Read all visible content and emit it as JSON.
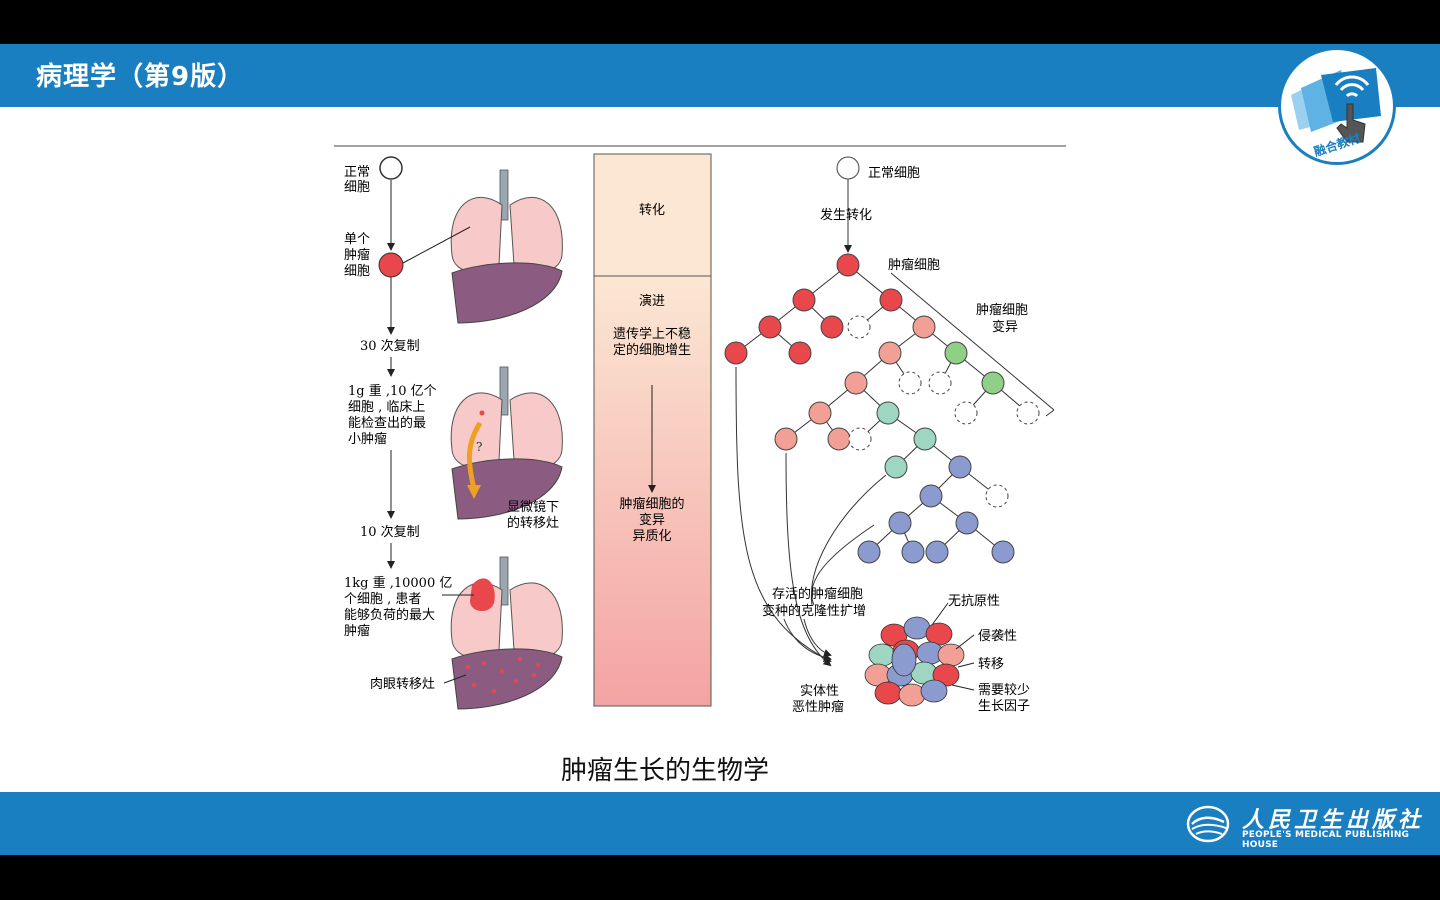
{
  "header": {
    "title": "病理学（第9版）"
  },
  "badge": {
    "label": "融合教材",
    "icon": "tablet-touch-icon"
  },
  "figure": {
    "left_labels": {
      "normal_cell": [
        "正常",
        "细胞"
      ],
      "single_tumor_cell": [
        "单个",
        "肿瘤",
        "细胞"
      ],
      "replication_30": "30 次复制",
      "detectable": [
        "1g 重 ,10 亿个",
        "细胞 , 临床上",
        "能检查出的最",
        "小肿瘤"
      ],
      "replication_10": "10 次复制",
      "max_tumor": [
        "1kg 重 ,10000 亿",
        "个细胞 , 患者",
        "能够负荷的最大",
        "肿瘤"
      ],
      "micro_metastasis": [
        "显微镜下",
        "的转移灶"
      ],
      "gross_metastasis": "肉眼转移灶",
      "question_mark": "?"
    },
    "middle": {
      "transformation": "转化",
      "progression": "演进",
      "genetic_instability": [
        "遗传学上不稳",
        "定的细胞增生"
      ],
      "variation": [
        "肿瘤细胞的",
        "变异",
        "异质化"
      ]
    },
    "right_labels": {
      "normal_cell": "正常细胞",
      "transformation_occurs": "发生转化",
      "tumor_cell": "肿瘤细胞",
      "tumor_cell_variation": [
        "肿瘤细胞",
        "变异"
      ],
      "clonal_expansion": [
        "存活的肿瘤细胞",
        "变种的克隆性扩增"
      ],
      "solid_tumor": [
        "实体性",
        "恶性肿瘤"
      ],
      "non_antigenic": "无抗原性",
      "invasive": "侵袭性",
      "metastasis": "转移",
      "fewer_growth_factors": [
        "需要较少",
        "生长因子"
      ]
    },
    "colors": {
      "red": "#e8474b",
      "pink": "#f2a095",
      "green": "#8fcf86",
      "teal": "#9fd6c2",
      "blue": "#8b9bcf",
      "gradient_top": "#fbe7d3",
      "gradient_bottom": "#f4a3a3"
    }
  },
  "caption": "肿瘤生长的生物学",
  "footer": {
    "publisher_cn": "人民卫生出版社",
    "publisher_en": "PEOPLE'S MEDICAL PUBLISHING HOUSE",
    "logo_icon": "pmph-logo-icon"
  }
}
